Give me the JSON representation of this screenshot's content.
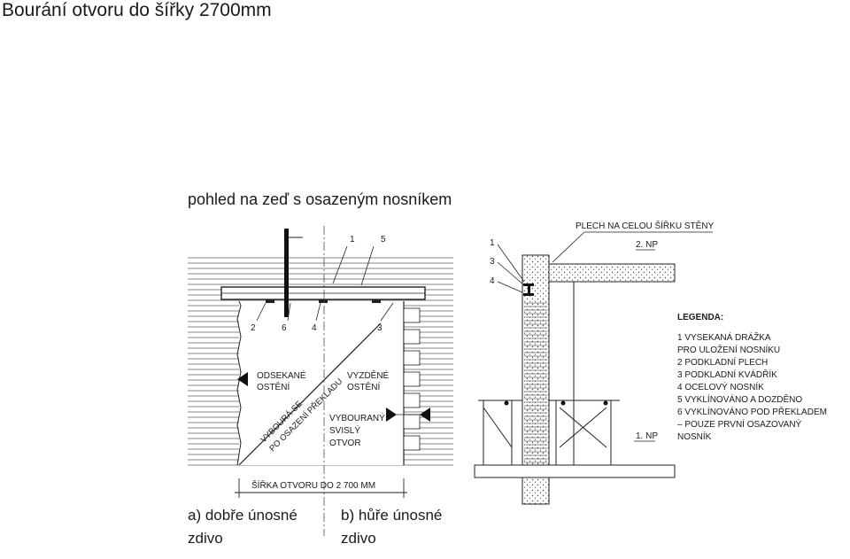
{
  "title": "Bourání otvoru do šířky 2700mm",
  "left_view": {
    "heading": "pohled na zeď s osazeným nosníkem",
    "num_1": "1",
    "num_5": "5",
    "num_2": "2",
    "num_6": "6",
    "num_4": "4",
    "num_3": "3",
    "odsekane_1": "ODSEKANÉ",
    "odsekane_2": "OSTĚNÍ",
    "vyzdene_1": "VYZDĚNÉ",
    "vyzdene_2": "OSTĚNÍ",
    "diag_1": "VYBOURÁ SE",
    "diag_2": "PO OSAZENÍ PŘEKLADU",
    "vybourany_1": "VYBOURANÝ",
    "vybourany_2": "SVISLÝ",
    "vybourany_3": "OTVOR",
    "width_label": "ŠÍŘKA OTVORU DO 2 700 MM",
    "caption_a_1": "a) dobře únosné",
    "caption_a_2": "zdivo",
    "caption_b_1": "b) hůře únosné",
    "caption_b_2": "zdivo"
  },
  "section": {
    "plech_label": "PLECH NA CELOU ŠÍŘKU STĚNY",
    "np2": "2. NP",
    "np1": "1. NP",
    "num_1": "1",
    "num_3": "3",
    "num_4": "4"
  },
  "legend": {
    "title": "LEGENDA:",
    "lines": [
      "1  VYSEKANÁ DRÁŽKA",
      "    PRO ULOŽENÍ NOSNÍKU",
      "2  PODKLADNÍ PLECH",
      "3  PODKLADNÍ KVÁDŘÍK",
      "4  OCELOVÝ NOSNÍK",
      "5  VYKLÍNOVÁNO A DOZDĚNO",
      "6  VYKLÍNOVÁNO POD PŘEKLADEM",
      "    – POUZE PRVNÍ OSAZOVANÝ",
      "    NOSNÍK"
    ]
  }
}
